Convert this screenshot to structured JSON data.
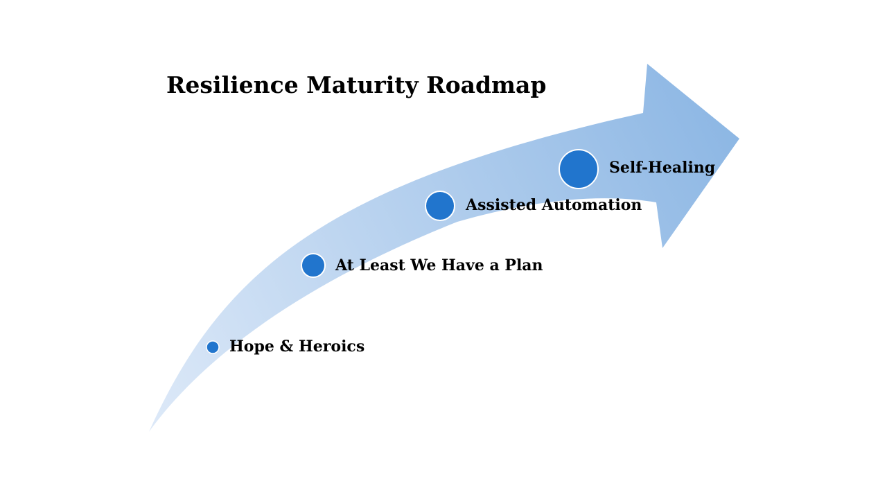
{
  "title": "Resilience Maturity Roadmap",
  "milestones": [
    {
      "label": "Hope & Heroics"
    },
    {
      "label": "At Least We Have a Plan"
    },
    {
      "label": "Assisted Automation"
    },
    {
      "label": "Self-Healing"
    }
  ],
  "colors": {
    "background": "#FFFFFF",
    "text": "#000000",
    "dot_fill": "#2175CD",
    "dot_ring": "#FFFFFF",
    "arrow_gradient_start": "#DDE9F8",
    "arrow_gradient_end": "#8DB7E4"
  }
}
